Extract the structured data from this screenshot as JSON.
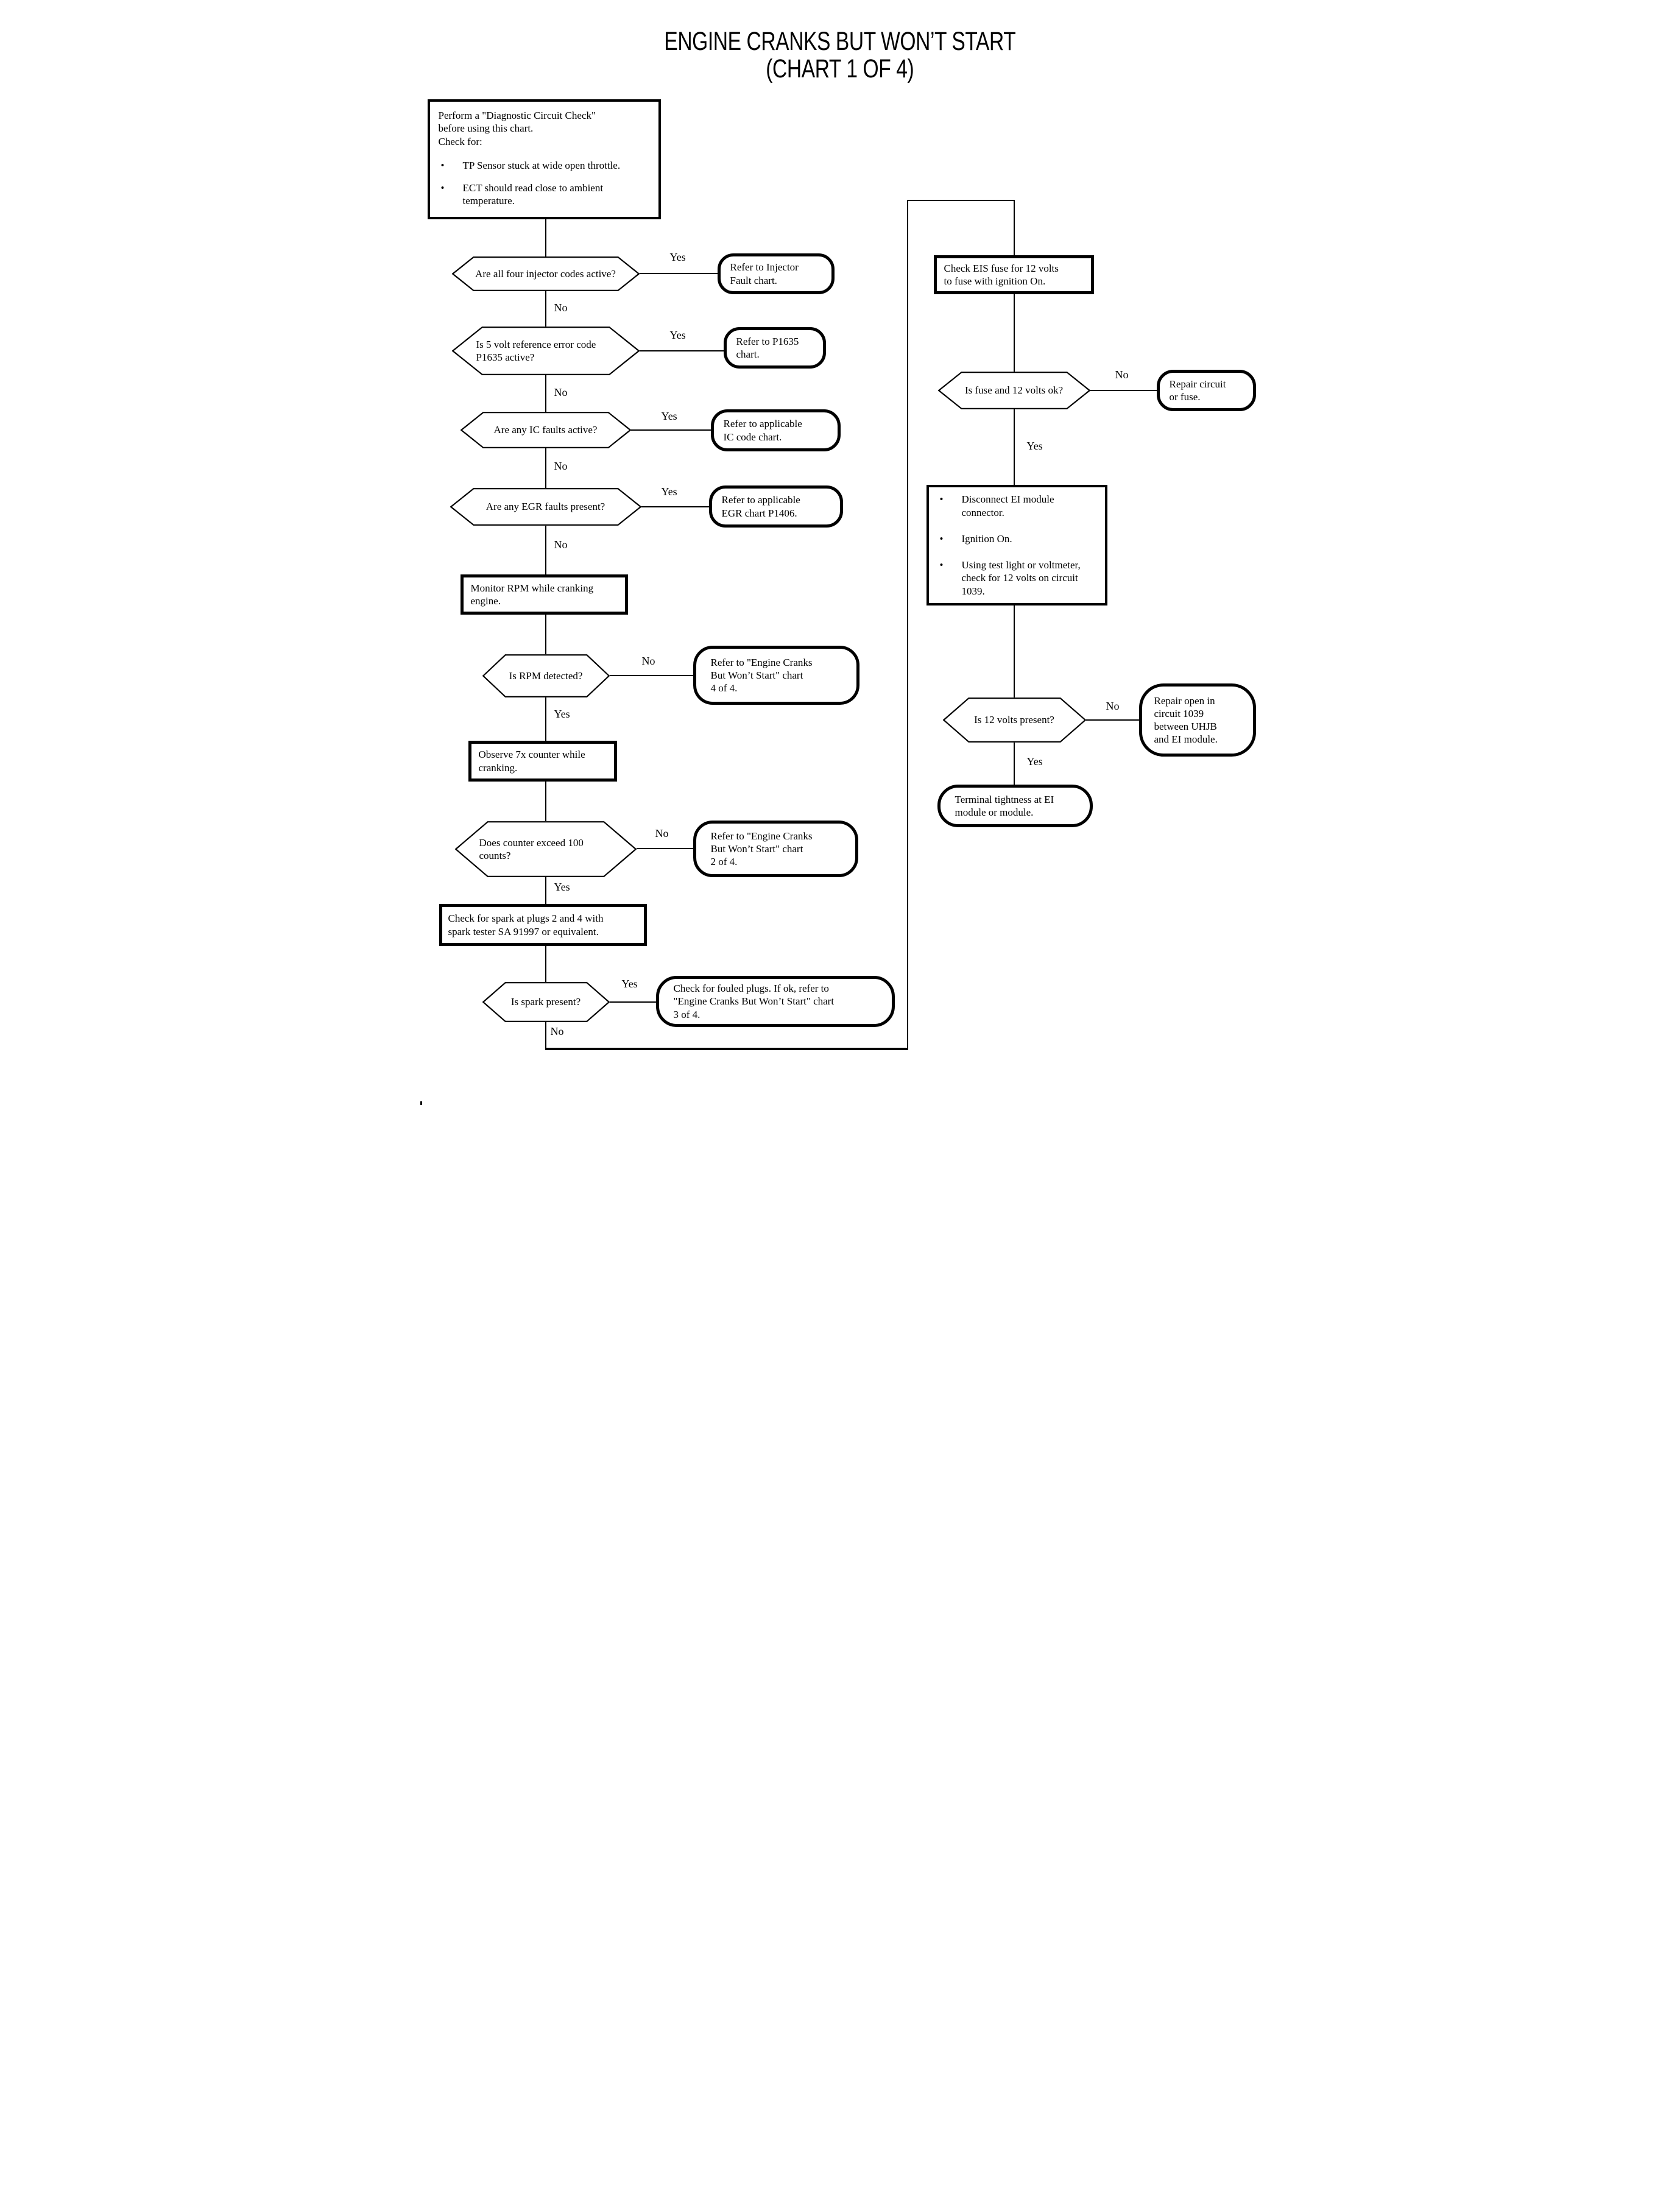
{
  "title": {
    "line1": "ENGINE CRANKS BUT WON’T START",
    "line2": "(CHART 1 OF 4)"
  },
  "labels": {
    "yes": "Yes",
    "no": "No"
  },
  "nodes": {
    "instructions": {
      "intro": "Perform a \"Diagnostic Circuit Check\"\nbefore using this chart.\nCheck for:",
      "bullets": [
        "TP Sensor stuck at wide open throttle.",
        "ECT should read close to ambient\ntemperature."
      ]
    },
    "q_injector": "Are all four injector codes active?",
    "r_injector": "Refer to Injector\nFault chart.",
    "q_p1635": "Is 5 volt reference error code\nP1635 active?",
    "r_p1635": "Refer to P1635\nchart.",
    "q_ic": "Are any IC faults active?",
    "r_ic": "Refer to applicable\nIC code chart.",
    "q_egr": "Are any EGR faults present?",
    "r_egr": "Refer to applicable\nEGR chart P1406.",
    "monitor_rpm": "Monitor RPM while cranking\nengine.",
    "q_rpm": "Is RPM detected?",
    "r_chart4": "Refer to \"Engine Cranks\nBut Won’t Start\" chart\n4 of 4.",
    "observe_7x": "Observe 7x counter while\ncranking.",
    "q_counter": "Does counter exceed 100\ncounts?",
    "r_chart2": "Refer to \"Engine Cranks\nBut Won’t Start\" chart\n2 of 4.",
    "check_spark": "Check for spark at plugs 2 and 4 with\nspark tester SA 91997 or equivalent.",
    "q_spark": "Is spark present?",
    "r_fouled": "Check for fouled plugs. If ok, refer to\n\"Engine Cranks But Won’t Start\" chart\n3 of 4.",
    "check_eis": "Check EIS fuse for 12 volts\nto fuse with ignition On.",
    "q_fuse": "Is fuse and 12 volts ok?",
    "r_repair_fuse": "Repair circuit\nor fuse.",
    "ei_checks": {
      "bullets": [
        "Disconnect EI module\nconnector.",
        "Ignition On.",
        "Using test light or voltmeter,\ncheck for 12 volts on circuit\n1039."
      ]
    },
    "q_12v": "Is 12 volts present?",
    "r_repair_open": "Repair open in\ncircuit 1039\nbetween UHJB\nand EI module.",
    "terminal": "Terminal tightness at EI\nmodule or module."
  }
}
